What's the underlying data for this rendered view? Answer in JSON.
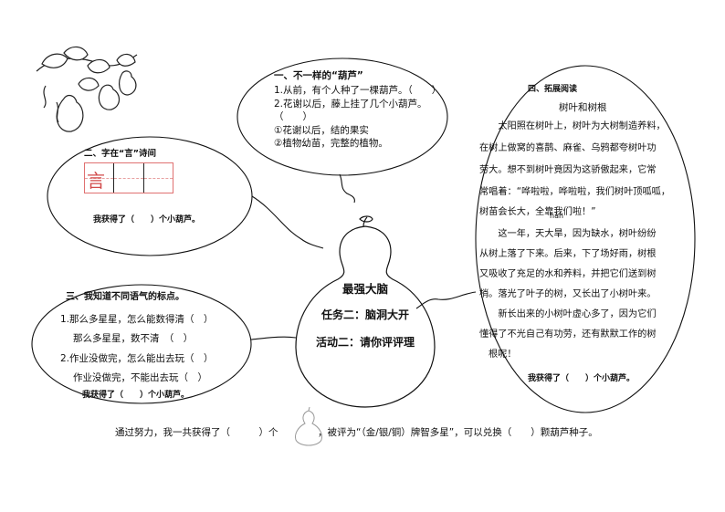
{
  "sections": {
    "s1": {
      "title": "一、不一样的“葫芦”",
      "q1": "1.从前，有个人种了一棵葫芦。（　　）",
      "q2": "2.花谢以后，藤上挂了几个小葫芦。",
      "q2_paren": "（　　）",
      "opt1": "①花谢以后，结的果实",
      "opt2": "②植物幼苗，完整的植物。"
    },
    "s2": {
      "title": "二、字在“言”诗间",
      "char": "言",
      "reward": "我获得了（　　）个小葫芦。"
    },
    "s3": {
      "title": "三、我知道不同语气的标点。",
      "l1": "1.那么多星星，怎么能数得清（　）",
      "l2": "那么多星星，数不清　（　）",
      "l3": "2.作业没做完，怎么能出去玩（　）",
      "l4": "作业没做完，不能出去玩（　）",
      "reward": "我获得了（　　）个小葫芦。"
    },
    "s4": {
      "title": "四、拓展阅读",
      "story_title": "树叶和树根",
      "pinyin": "hàn",
      "lines": [
        "　　太阳照在树叶上，树叶为大树制造养料，",
        "在树上做窝的喜鹊、麻雀、乌鸦都夸树叶功",
        "劳大。想不到树叶竟因为这骄傲起来，它常",
        "常唱着：“哗啦啦，哗啦啦，我们树叶顶呱呱，",
        "树苗会长大，全靠我们啦！”",
        "　　这一年，天大旱，因为缺水，树叶纷纷",
        "从树上落了下来。后来，下了场好雨，树根",
        "又吸收了充足的水和养料，并把它们送到树",
        "梢。落光了叶子的树，又长出了小树叶来。",
        "　　新长出来的小树叶虚心多了，因为它们",
        "懂得了不光自己有功劳，还有默默工作的树",
        "根呢！"
      ],
      "reward": "我获得了（　　）个小葫芦。"
    }
  },
  "center": {
    "title": "最强大脑",
    "task": "任务二：脑洞大开",
    "activity": "活动二：请你评评理"
  },
  "footer": {
    "part1": "通过努力，我一共获得了（　　　）个",
    "part2": "，被评为“（金/银/铜）牌智多星”，可以兑换（　　）颗葫芦种子。"
  }
}
